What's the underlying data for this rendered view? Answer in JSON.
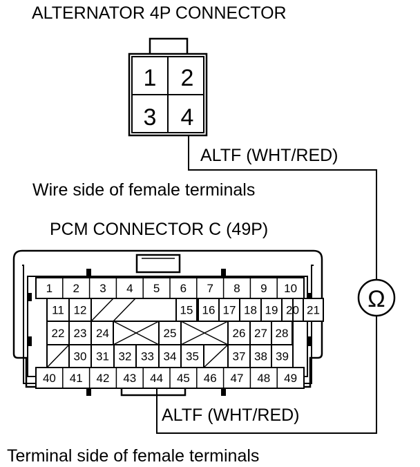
{
  "alternator": {
    "title": "ALTERNATOR 4P CONNECTOR",
    "pins": [
      "1",
      "2",
      "3",
      "4"
    ],
    "view": "Wire side of female terminals"
  },
  "wire": {
    "top_label": "ALTF (WHT/RED)",
    "bottom_label": "ALTF (WHT/RED)"
  },
  "meter": {
    "symbol": "Ω"
  },
  "pcm": {
    "title": "PCM CONNECTOR C (49P)",
    "view": "Terminal side of female terminals",
    "row1": [
      "1",
      "2",
      "3",
      "4",
      "5",
      "6",
      "7",
      "8",
      "9",
      "10"
    ],
    "row2": [
      "11",
      "12",
      "15",
      "16",
      "17",
      "18",
      "19",
      "20",
      "21"
    ],
    "row3": [
      "22",
      "23",
      "24",
      "25",
      "26",
      "27",
      "28"
    ],
    "row4": [
      "30",
      "31",
      "32",
      "33",
      "34",
      "35",
      "37",
      "38",
      "39"
    ],
    "row5": [
      "40",
      "41",
      "42",
      "43",
      "44",
      "45",
      "46",
      "47",
      "48",
      "49"
    ]
  }
}
